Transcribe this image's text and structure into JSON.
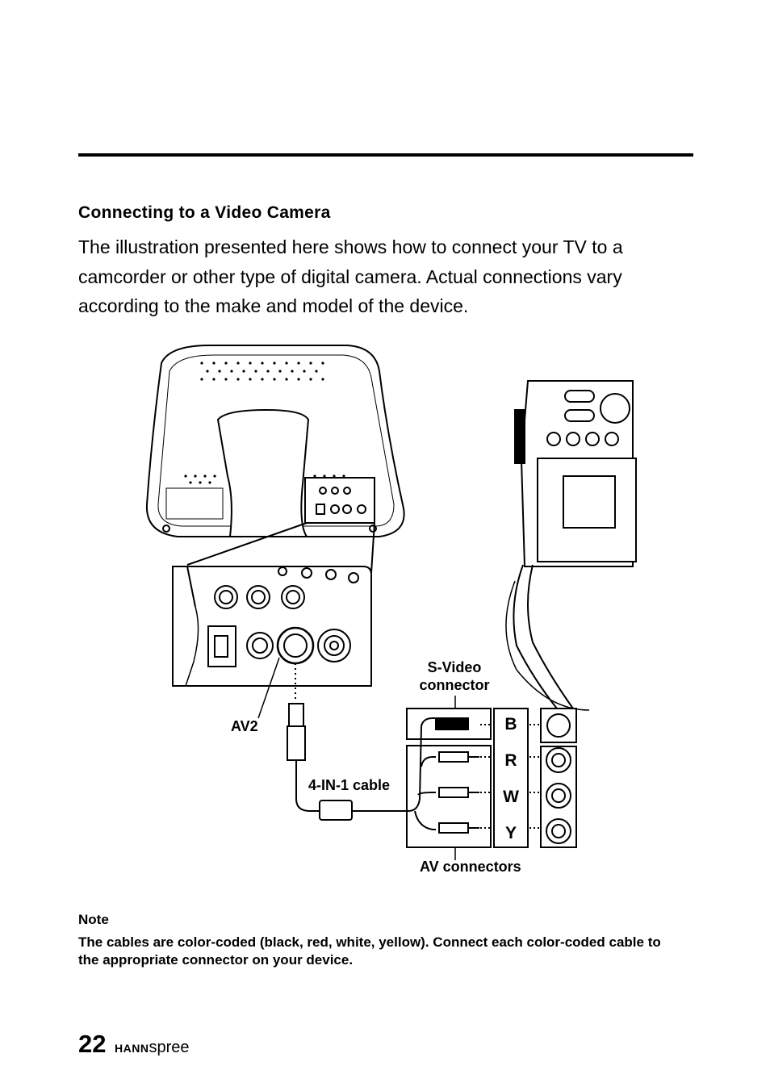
{
  "section": {
    "heading": "Connecting to a Video Camera",
    "intro": "The illustration presented here shows how to connect your TV to a camcorder or other type of digital camera. Actual connections vary according to the make and model of the device."
  },
  "figure": {
    "labels": {
      "svideo": "S-Video connector",
      "av2": "AV2",
      "cable": "4-IN-1 cable",
      "av_connectors": "AV connectors"
    },
    "connector_letters": [
      "B",
      "R",
      "W",
      "Y"
    ]
  },
  "note": {
    "title": "Note",
    "body": "The cables are color-coded (black, red, white, yellow). Connect each color-coded cable to the appropriate connector on your device."
  },
  "footer": {
    "page_number": "22",
    "brand_bold": "HANN",
    "brand_light": "spree"
  }
}
